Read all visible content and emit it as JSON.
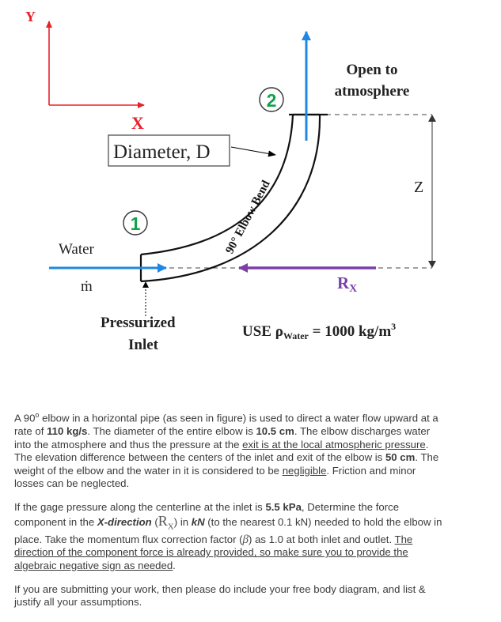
{
  "diagram": {
    "axis_y": "Y",
    "axis_x": "X",
    "diameter_label": "Diameter, D",
    "point_1": "1",
    "point_2": "2",
    "water_label": "Water",
    "mdot_label": "ṁ",
    "pressurized_label": "Pressurized",
    "inlet_label": "Inlet",
    "open_label_1": "Open to",
    "open_label_2": "atmosphere",
    "z_label": "Z",
    "rx_main": "R",
    "rx_sub": "X",
    "elbow_label": "90° Elbow Bend",
    "use_prefix": "USE ρ",
    "use_sub": "Water",
    "use_suffix": " = 1000 kg/m",
    "use_sup": "3",
    "colors": {
      "red": "#e8202a",
      "blue": "#1e88e5",
      "purple": "#7b3fa6",
      "green": "#12a24a"
    }
  },
  "problem": {
    "p1": {
      "t1": "A 90",
      "deg": "o",
      "t2": " elbow in a horizontal pipe (as seen in figure) is used to direct a water flow upward at a rate of ",
      "flow": "110 kg/s",
      "t3": ". The diameter of the entire elbow is ",
      "dia": "10.5 cm",
      "t4": ". The elbow discharges water into the atmosphere and thus the pressure at the ",
      "u1": "exit is at the local atmospheric pressure",
      "t5": ". The elevation difference between the centers of the inlet and exit of the elbow is ",
      "elev": "50 cm",
      "t6": ". The weight of the elbow and the water in it is considered to be ",
      "u2": "negligible",
      "t7": ". Friction and minor losses can be neglected."
    },
    "p2": {
      "t1": "If the gage pressure along the centerline at the inlet is ",
      "press": "5.5 kPa",
      "t2": ", Determine the force component in the ",
      "xdir": "X-direction",
      "rx_open": " (",
      "rx_main": "R",
      "rx_sub": "X",
      "rx_close": ")",
      "t3": " in ",
      "kn": "kN",
      "t4": " (to the nearest 0.1 kN) needed to hold the elbow in place. Take the momentum flux correction factor (",
      "beta": "β",
      "t5": ") as 1.0 at both inlet and outlet. ",
      "u1": "The direction of the component force is already provided, so make sure you to provide the algebraic negative sign as needed",
      "t6": "."
    },
    "p3": "If you are submitting your work, then please do include your free body diagram, and list & justify all your assumptions."
  }
}
